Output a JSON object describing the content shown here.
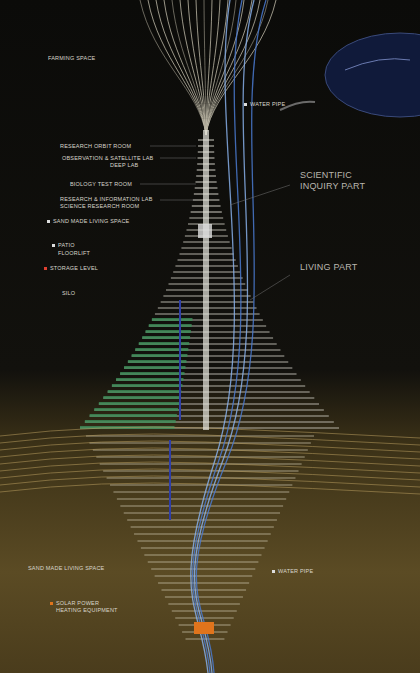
{
  "diagram": {
    "labels": [
      "FARMING SPACE",
      "WATER PIPE",
      "SCIENTIFIC INQUIRY PART",
      "RESEARCH ORBIT ROOM",
      "OBSERVATION & SATELLITE LAB",
      "DEEP LAB",
      "BIOLOGY TEST ROOM",
      "RESEARCH & INFORMATION LAB",
      "SCIENCE RESEARCH ROOM",
      "SAND MADE LIVING SPACE",
      "PATIO",
      "FLOORLIFT",
      "STORAGE LEVEL",
      "LIVING PART",
      "SILO",
      "SAND MADE LIVING SPACE",
      "SOLAR POWER",
      "HEATING EQUIPMENT",
      "WATER PIPE"
    ]
  }
}
